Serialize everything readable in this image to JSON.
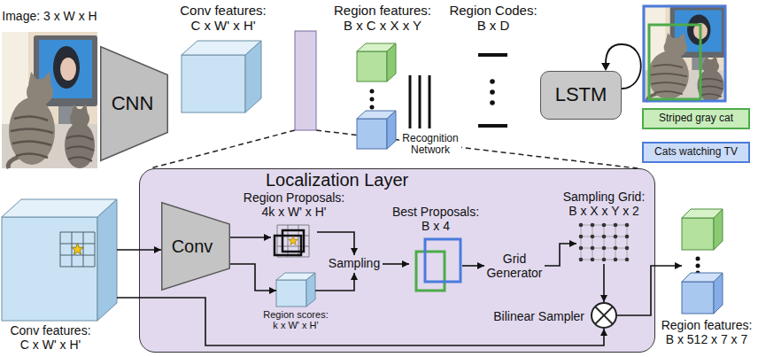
{
  "diagram": {
    "nodes": [
      {
        "text": [
          "Image: 3 x W x H"
        ]
      },
      {
        "text": [
          "CNN"
        ]
      },
      {
        "text": [
          "Conv features: C x W' x H'"
        ]
      },
      {
        "text": [
          "Region features: B x C x X x Y"
        ]
      },
      {
        "text": [
          "Recognition Network"
        ]
      },
      {
        "text": [
          "Region Codes: B x D"
        ]
      },
      {
        "text": [
          "LSTM"
        ]
      },
      {
        "text": [
          "Striped gray cat"
        ]
      },
      {
        "text": [
          "Cats watching TV"
        ]
      },
      {
        "text": [
          "Conv features: C x W' x H'"
        ]
      },
      {
        "text": [
          "Localization Layer"
        ]
      },
      {
        "text": [
          "Conv"
        ],
        "in": 10
      },
      {
        "text": [
          "Region Proposals: 4k x W' x H'"
        ],
        "in": 10
      },
      {
        "text": [
          "Region scores: k x W' x H'"
        ],
        "in": 10
      },
      {
        "text": [
          "Sampling"
        ],
        "in": 10
      },
      {
        "text": [
          "Best Proposals: B x 4"
        ],
        "in": 10
      },
      {
        "text": [
          "Grid Generator"
        ],
        "in": 10
      },
      {
        "text": [
          "Sampling Grid: B x X x Y x 2"
        ],
        "in": 10
      },
      {
        "text": [
          "Bilinear Sampler"
        ],
        "in": 10
      },
      {
        "text": [
          "Region features: B x 512 x 7 x 7"
        ]
      }
    ],
    "edges": [
      {
        "from": 9,
        "to": 11,
        "arrow": "to"
      },
      {
        "from": 9,
        "to": 18,
        "arrow": "to"
      },
      {
        "from": 11,
        "to": 12,
        "arrow": "to"
      },
      {
        "from": 11,
        "to": 13,
        "arrow": "to"
      },
      {
        "from": 12,
        "to": 14,
        "arrow": "to"
      },
      {
        "from": 13,
        "to": 14,
        "arrow": "to"
      },
      {
        "from": 14,
        "to": 15,
        "arrow": "to"
      },
      {
        "from": 15,
        "to": 16,
        "arrow": "to"
      },
      {
        "from": 16,
        "to": 17,
        "arrow": "to"
      },
      {
        "from": 17,
        "to": 18,
        "arrow": "to"
      },
      {
        "from": 18,
        "to": 19,
        "arrow": "to"
      }
    ]
  }
}
